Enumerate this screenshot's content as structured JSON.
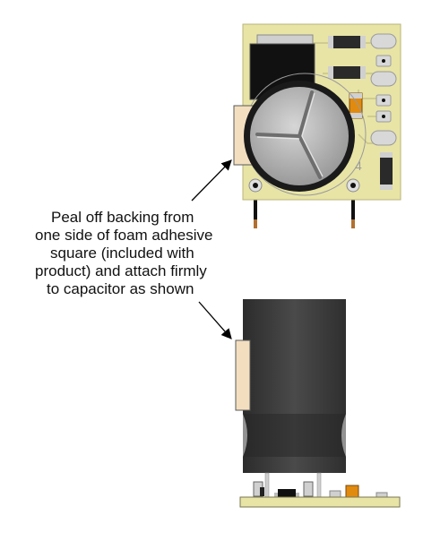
{
  "caption": {
    "lines": [
      "Peal off backing from",
      "one side of foam adhesive",
      "square (included with",
      "product) and attach firmly",
      "to capacitor as shown"
    ]
  },
  "colors": {
    "pcb": "#e8e4a6",
    "pcb_edge": "#b8b47a",
    "capacitor_top": "#bdbdbd",
    "capacitor_body": "#3a3a3a",
    "foam_pad": "#f3dfc0",
    "arrow": "#000000",
    "lead": "#8a5a2a"
  }
}
